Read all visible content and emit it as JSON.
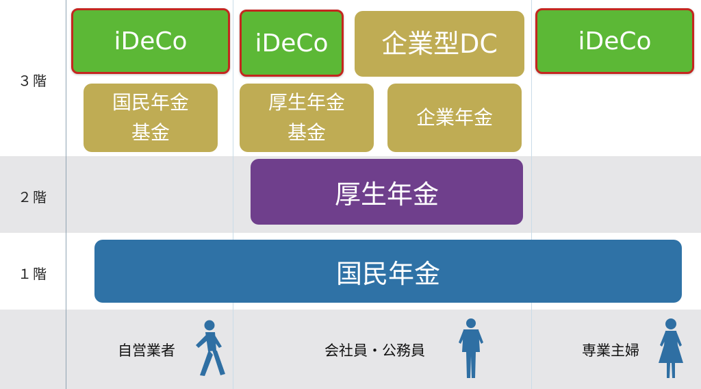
{
  "floors": {
    "third": "３階",
    "second": "２階",
    "first": "１階"
  },
  "tier3": {
    "ideco_self": "iDeCo",
    "ideco_employee": "iDeCo",
    "corporate_dc": "企業型DC",
    "ideco_housewife": "iDeCo",
    "national_fund_line1": "国民年金",
    "national_fund_line2": "基金",
    "welfare_fund_line1": "厚生年金",
    "welfare_fund_line2": "基金",
    "corporate_pension": "企業年金"
  },
  "tier2": {
    "welfare_pension": "厚生年金"
  },
  "tier1": {
    "national_pension": "国民年金"
  },
  "categories": {
    "self_employed": "自営業者",
    "employee": "会社員・公務員",
    "housewife": "専業主婦"
  },
  "icons": [
    "walking-man-icon",
    "standing-man-icon",
    "standing-woman-icon"
  ],
  "colors": {
    "ideco": "#5cb836",
    "ideco_outline": "#c4261f",
    "tan": "#bfac54",
    "purple": "#6f3f8c",
    "blue": "#2f72a6",
    "gray_band": "#e6e6e8",
    "figure": "#2f6fa3"
  }
}
